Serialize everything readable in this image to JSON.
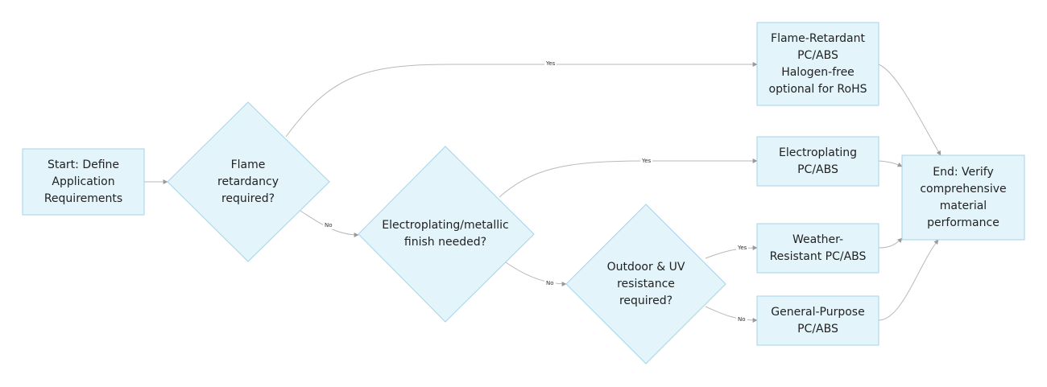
{
  "nodes": {
    "start": "Start: Define\nApplication\nRequirements",
    "flame_q": "Flame\nretardancy\nrequired?",
    "plating_q": "Electroplating/metallic\nfinish needed?",
    "outdoor_q": "Outdoor & UV\nresistance\nrequired?",
    "fr": "Flame-Retardant\nPC/ABS\nHalogen-free\noptional for RoHS",
    "ep": "Electroplating\nPC/ABS",
    "wr": "Weather-\nResistant PC/ABS",
    "gp": "General-Purpose\nPC/ABS",
    "end": "End: Verify\ncomprehensive\nmaterial\nperformance"
  },
  "edges": {
    "flame_yes": "Yes",
    "flame_no": "No",
    "plating_yes": "Yes",
    "plating_no": "No",
    "outdoor_yes": "Yes",
    "outdoor_no": "No"
  },
  "colors": {
    "node_fill": "#e3f4fb",
    "node_stroke": "#a6d3e8",
    "edge": "#b9b9b9"
  }
}
